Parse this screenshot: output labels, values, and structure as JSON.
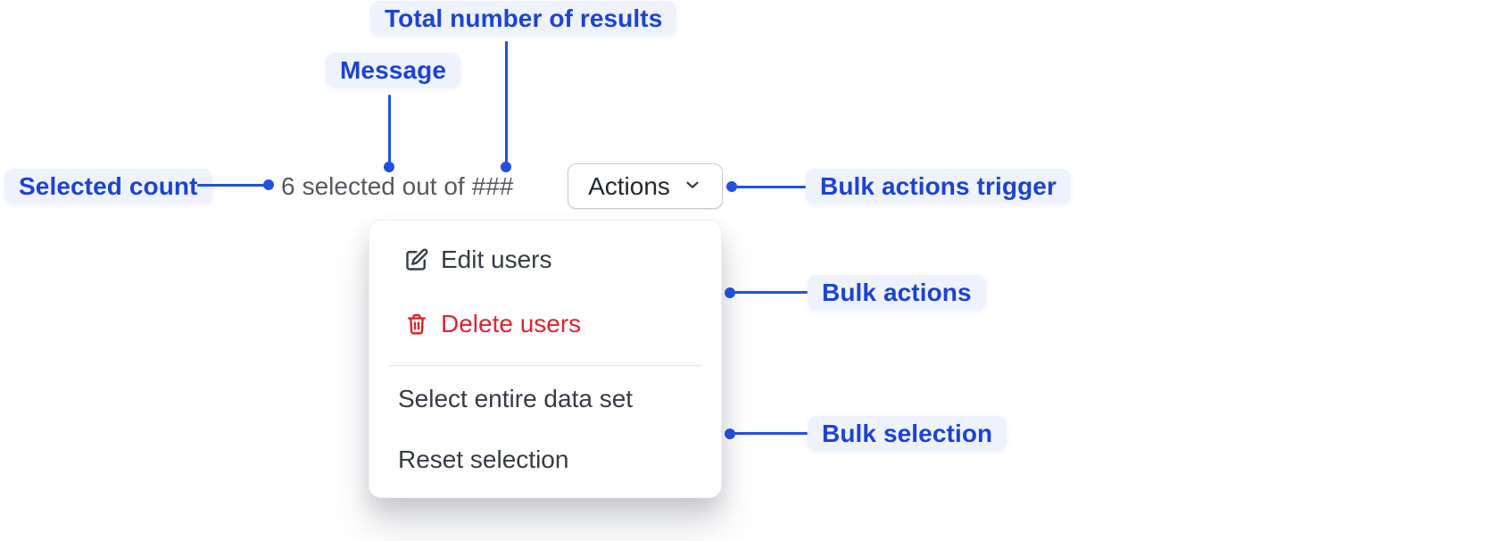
{
  "annotations": {
    "total_results": "Total number of results",
    "message": "Message",
    "selected_count": "Selected count",
    "bulk_actions_trigger": "Bulk actions trigger",
    "bulk_actions": "Bulk actions",
    "bulk_selection": "Bulk selection"
  },
  "bulk_bar": {
    "selected_count_value": "6",
    "message_text": "selected out of",
    "total_results_placeholder": "###",
    "actions_button_label": "Actions"
  },
  "menu": {
    "items": [
      {
        "label": "Edit users",
        "icon": "edit-icon",
        "variant": "default"
      },
      {
        "label": "Delete users",
        "icon": "trash-icon",
        "variant": "danger"
      },
      {
        "label": "Select entire data set",
        "icon": "none",
        "variant": "default"
      },
      {
        "label": "Reset selection",
        "icon": "none",
        "variant": "default"
      }
    ]
  },
  "colors": {
    "annotation_text": "#1c43d4",
    "annotation_background": "#eef2fd",
    "connector": "#2250e0",
    "danger": "#e0232e",
    "muted_message_text": "#555861",
    "menu_text": "#363b45"
  }
}
